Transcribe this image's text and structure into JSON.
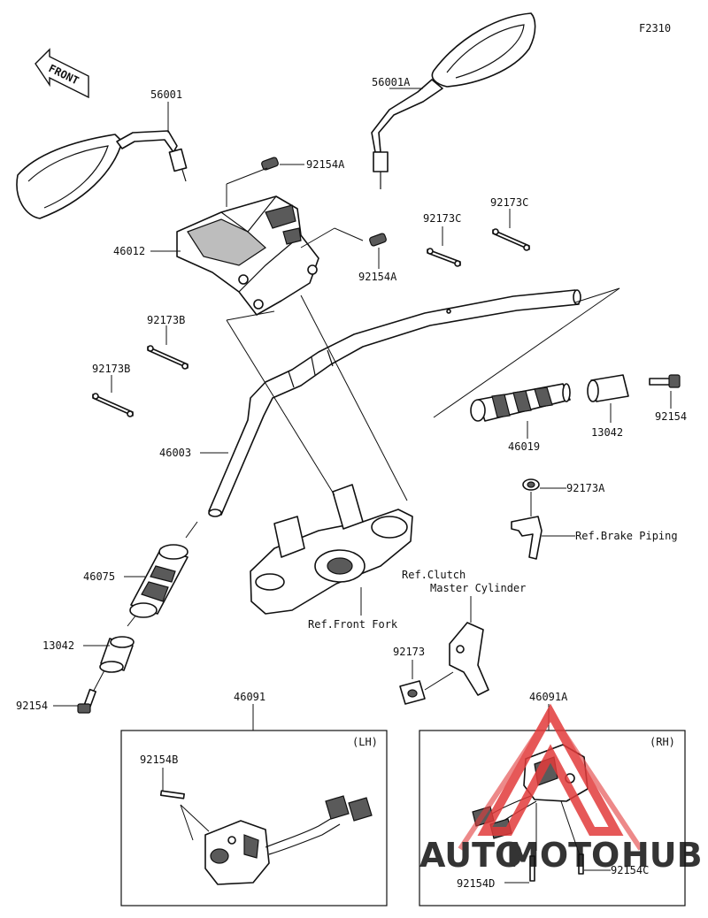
{
  "diagram_code": "F2310",
  "front_arrow_label": "FRONT",
  "callouts": {
    "mirror_left": "56001",
    "mirror_right": "56001A",
    "bolt_holder_top": "92154A",
    "bolt_holder_right": "92154A",
    "holder": "46012",
    "clamp_c1": "92173C",
    "clamp_c2": "92173C",
    "clamp_b1": "92173B",
    "clamp_b2": "92173B",
    "handlebar": "46003",
    "grip_right": "46019",
    "weight_right": "13042",
    "bolt_right": "92154",
    "clamp_a": "92173A",
    "ref_brake": "Ref.Brake Piping",
    "ref_clutch_1": "Ref.Clutch",
    "ref_clutch_2": "Master Cylinder",
    "grip_left": "46075",
    "ref_front_fork": "Ref.Front Fork",
    "clamp_plain": "92173",
    "weight_left": "13042",
    "bolt_left": "92154",
    "switch_lh": "46091",
    "switch_rh": "46091A",
    "screw_b": "92154B",
    "screw_d": "92154D",
    "screw_c": "92154C"
  },
  "panels": {
    "lh": "(LH)",
    "rh": "(RH)"
  },
  "watermark": {
    "auto": "AUTO",
    "moto": "MOTO",
    "hub": "HUB",
    "auto_color": "#f2c14e",
    "moto_color": "#f2c14e",
    "hub_color": "#2b2b2b",
    "triangle_color": "#e23b3b"
  }
}
